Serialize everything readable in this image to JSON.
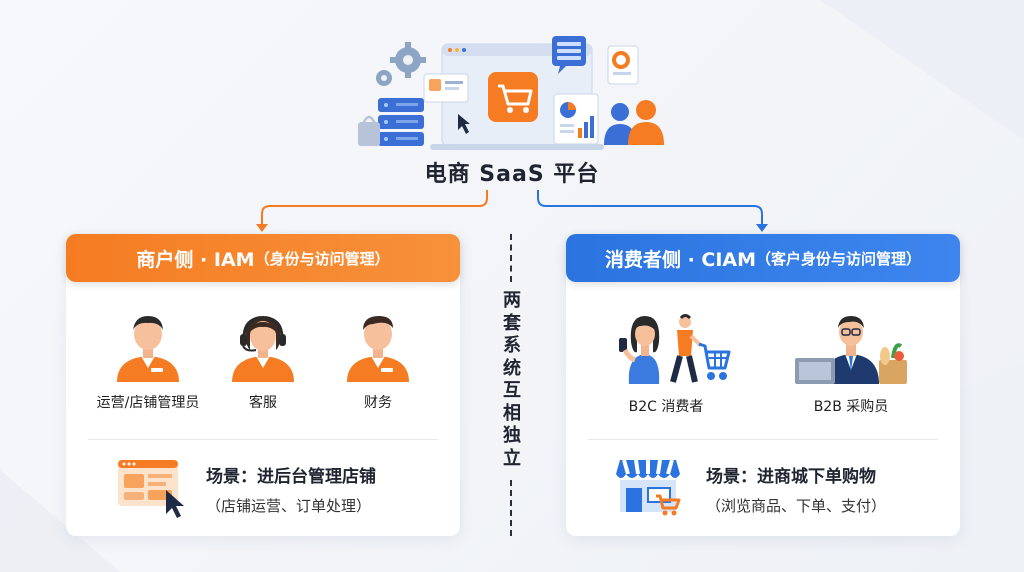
{
  "platform": {
    "title": "电商 SaaS 平台"
  },
  "divider_label": "两套系统互相独立",
  "merchant": {
    "header_main": "商户侧 · IAM",
    "header_sub": "（身份与访问管理）",
    "roles": [
      {
        "label": "运营/店铺管理员",
        "icon": "merchant-admin-icon"
      },
      {
        "label": "客服",
        "icon": "customer-service-icon"
      },
      {
        "label": "财务",
        "icon": "finance-icon"
      }
    ],
    "scene_title": "场景：进后台管理店铺",
    "scene_desc": "（店铺运营、订单处理）",
    "color": "#f57c22"
  },
  "consumer": {
    "header_main": "消费者侧 · CIAM",
    "header_sub": "（客户身份与访问管理）",
    "roles": [
      {
        "label": "B2C 消费者",
        "icon": "b2c-consumer-icon"
      },
      {
        "label": "B2B 采购员",
        "icon": "b2b-buyer-icon"
      }
    ],
    "scene_title": "场景：进商城下单购物",
    "scene_desc": "（浏览商品、下单、支付）",
    "color": "#2b74e0"
  }
}
